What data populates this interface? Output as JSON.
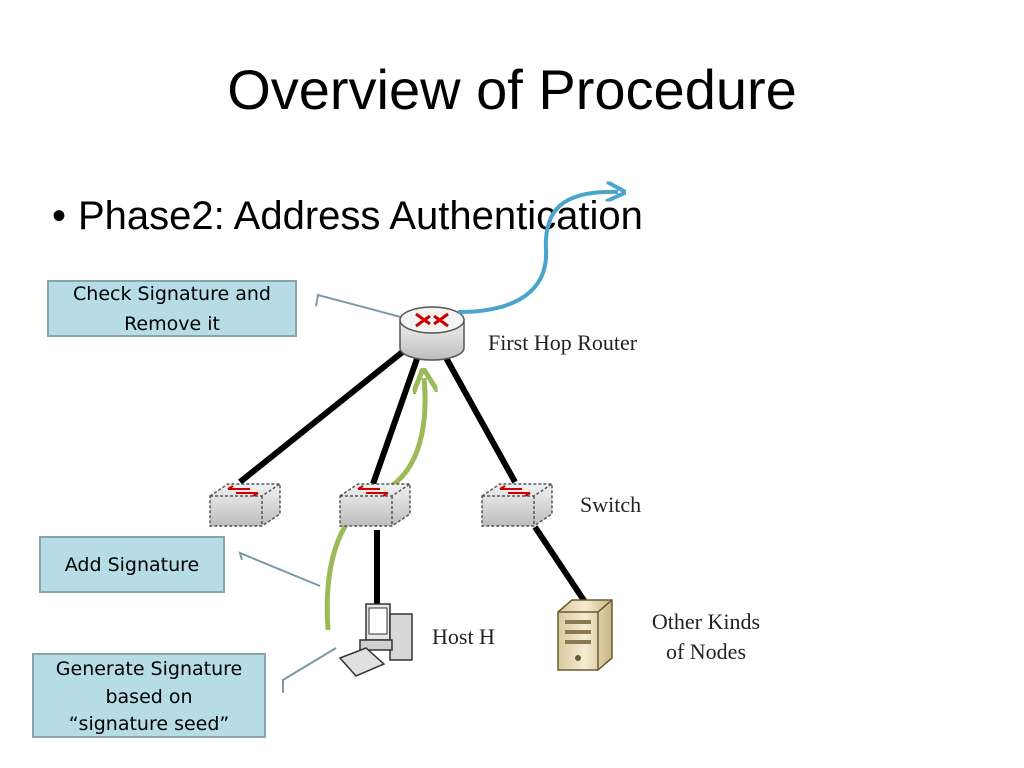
{
  "slide": {
    "title": "Overview of Procedure",
    "bullet": "Phase2: Address Authentication"
  },
  "callouts": {
    "check": "Check Signature and Remove it",
    "add": "Add Signature",
    "generate_line1": "Generate Signature",
    "generate_line2": "based on",
    "generate_line3": "“signature seed”"
  },
  "labels": {
    "router": "First Hop Router",
    "switch": "Switch",
    "host": "Host H",
    "other_line1": "Other Kinds",
    "other_line2": "of Nodes"
  },
  "colors": {
    "callout_fill": "#b6dde6",
    "callout_border": "#8aa3ad",
    "blue_arrow": "#4aa3c8",
    "green_arrow": "#9bbb59",
    "link": "#000000"
  },
  "icons": {
    "router": "router-icon",
    "switch": "switch-icon",
    "host": "desktop-computer-icon",
    "server": "server-tower-icon"
  }
}
